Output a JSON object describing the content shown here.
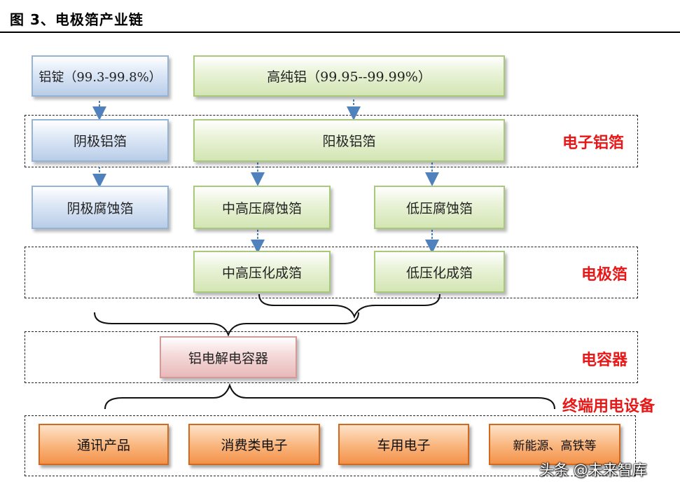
{
  "figure": {
    "title": "图 3、电极箔产业链"
  },
  "nodes": {
    "aluminum_ingot": "铝锭（99.3-99.8%）",
    "high_purity_aluminum": "高纯铝（99.95--99.99%）",
    "cathode_foil": "阴极铝箔",
    "anode_foil": "阳极铝箔",
    "cathode_etched_foil": "阴极腐蚀箔",
    "mid_high_voltage_etched_foil": "中高压腐蚀箔",
    "low_voltage_etched_foil": "低压腐蚀箔",
    "mid_high_voltage_formed_foil": "中高压化成箔",
    "low_voltage_formed_foil": "低压化成箔",
    "aluminum_electrolytic_capacitor": "铝电解电容器",
    "telecom_products": "通讯产品",
    "consumer_electronics": "消费类电子",
    "automotive_electronics": "车用电子",
    "new_energy_rail": "新能源、高铁等"
  },
  "stage_labels": {
    "electronic_aluminum_foil": "电子铝箔",
    "electrode_foil": "电极箔",
    "capacitor": "电容器",
    "end_devices": "终端用电设备"
  },
  "watermark": "头条 @未来智库",
  "colors": {
    "stage_label": "#e81818",
    "arrow": "#4f81bd",
    "blue_fill": "#b9cde8",
    "green_fill": "#d3e5b3",
    "pink_fill": "#e9b9b9",
    "orange_fill": "#f3924a"
  }
}
